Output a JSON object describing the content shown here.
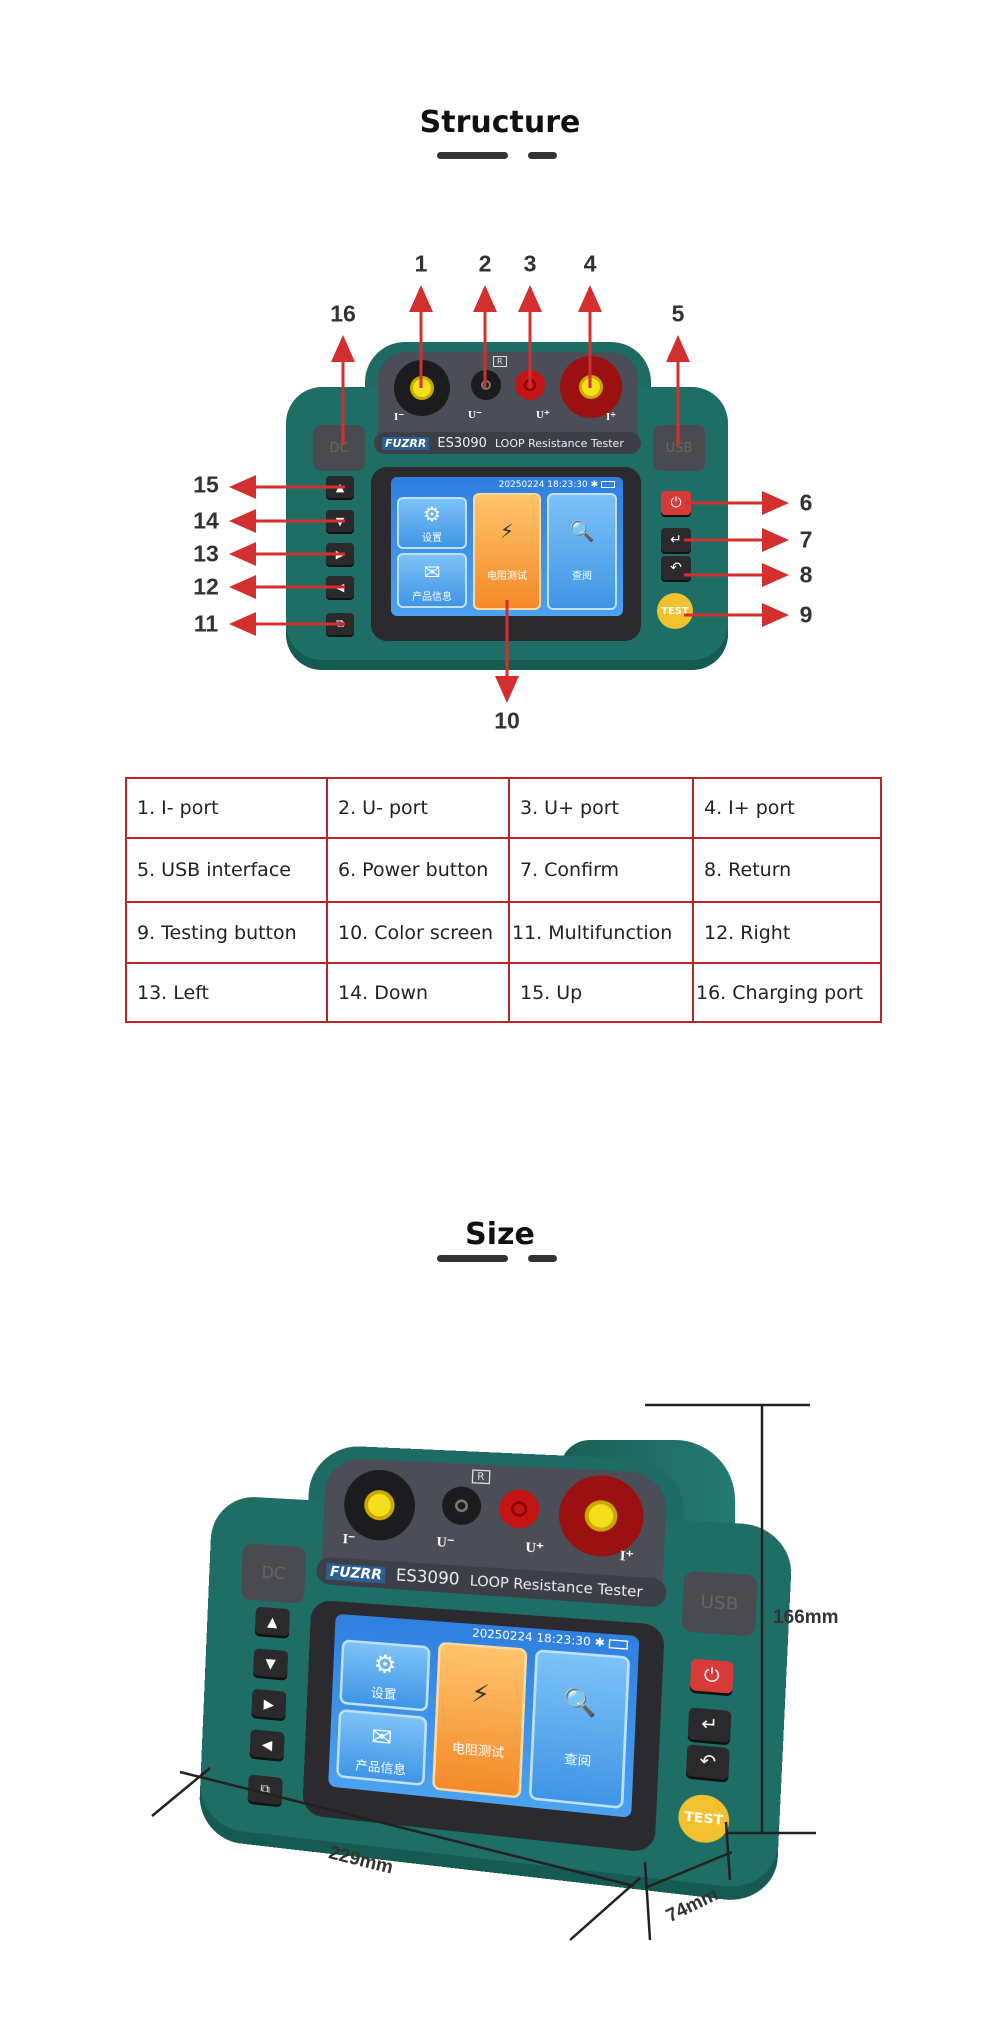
{
  "structure": {
    "title": "Structure"
  },
  "size": {
    "title": "Size",
    "height": "166mm",
    "width": "229mm",
    "depth": "74mm"
  },
  "callouts": [
    "1",
    "2",
    "3",
    "4",
    "5",
    "6",
    "7",
    "8",
    "9",
    "10",
    "11",
    "12",
    "13",
    "14",
    "15",
    "16"
  ],
  "device": {
    "brand": "FUZRR",
    "model": "ES3090",
    "name": "LOOP  Resistance  Tester",
    "dc_label": "DC",
    "usb_label": "USB",
    "r_label": "R",
    "ports": {
      "i_minus": "I⁻",
      "u_minus": "U⁻",
      "u_plus": "U⁺",
      "i_plus": "I⁺"
    },
    "screen": {
      "datetime": "20250224 18:23:30",
      "bluetooth": "✱",
      "tiles": [
        "设置",
        "产品信息",
        "电阻测试",
        "查阅"
      ]
    },
    "test_label": "TEST"
  },
  "table": [
    [
      "1. I- port",
      "2. U- port",
      "3. U+ port",
      "4. I+ port"
    ],
    [
      "5. USB interface",
      "6. Power button",
      "7. Confirm",
      "8. Return"
    ],
    [
      "9. Testing button",
      "10. Color screen",
      "11. Multifunction",
      "12. Right"
    ],
    [
      "13. Left",
      "14. Down",
      "15. Up",
      "16. Charging port"
    ]
  ],
  "colors": {
    "accent": "#b3262a",
    "body": "#1f6e66",
    "screen": "#3a8fe8"
  }
}
